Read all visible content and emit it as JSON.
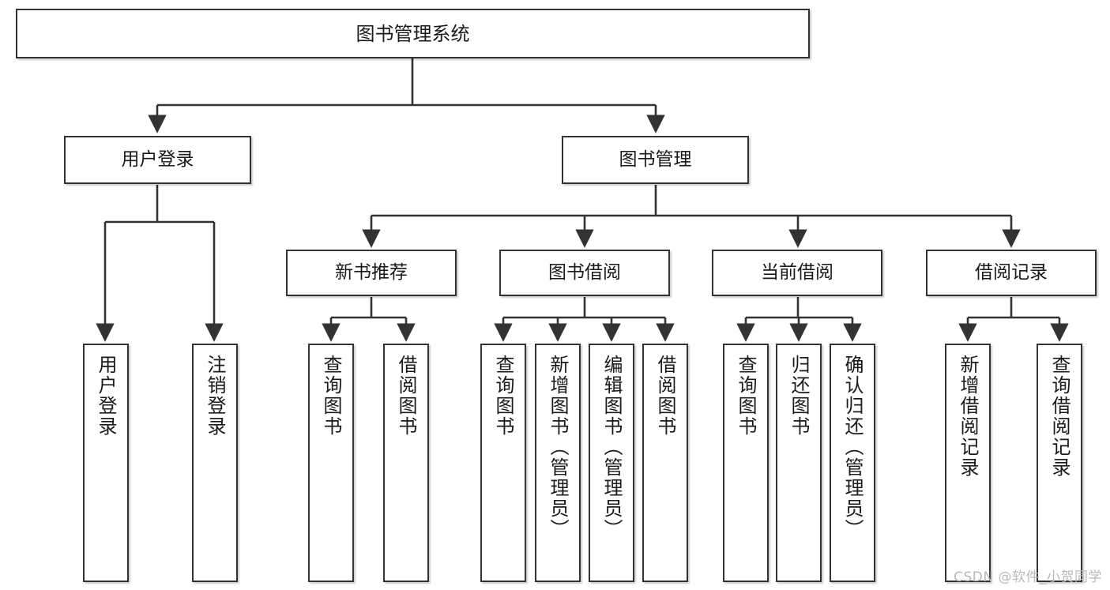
{
  "diagram": {
    "title": "图书管理系统",
    "type": "functional-structure-tree",
    "watermark": "CSDN @软件_小贺同学",
    "colors": {
      "box_border": "#333333",
      "box_fill": "#ffffff",
      "connector": "#333333",
      "text": "#1a1a1a",
      "watermark": "#b9b9b9",
      "background": "#ffffff"
    },
    "nodes": {
      "root": {
        "label": "图书管理系统"
      },
      "level2": [
        {
          "label": "用户登录"
        },
        {
          "label": "图书管理"
        }
      ],
      "level3": [
        {
          "label": "新书推荐"
        },
        {
          "label": "图书借阅"
        },
        {
          "label": "当前借阅"
        },
        {
          "label": "借阅记录"
        }
      ],
      "leaves": {
        "user_login": [
          {
            "label": "用户登录"
          },
          {
            "label": "注销登录"
          }
        ],
        "new_book_recommend": [
          {
            "label": "查询图书"
          },
          {
            "label": "借阅图书"
          }
        ],
        "book_borrow": [
          {
            "label": "查询图书"
          },
          {
            "label": "新增图书（管理员）"
          },
          {
            "label": "编辑图书（管理员）"
          },
          {
            "label": "借阅图书"
          }
        ],
        "current_borrow": [
          {
            "label": "查询图书"
          },
          {
            "label": "归还图书"
          },
          {
            "label": "确认归还（管理员）"
          }
        ],
        "borrow_record": [
          {
            "label": "新增借阅记录"
          },
          {
            "label": "查询借阅记录"
          }
        ]
      }
    }
  }
}
